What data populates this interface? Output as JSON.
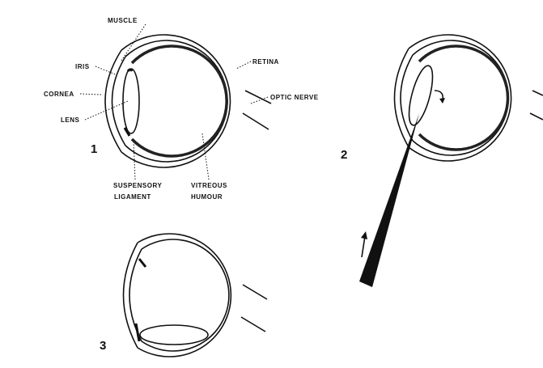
{
  "figure_numbers": [
    "1",
    "2",
    "3"
  ],
  "labels": {
    "muscle": "MUSCLE",
    "iris": "IRIS",
    "cornea": "CORNEA",
    "lens": "LENS",
    "retina": "RETINA",
    "optic_nerve": "OPTIC NERVE",
    "suspensory_1": "SUSPENSORY",
    "suspensory_2": "LIGAMENT",
    "vitreous_1": "VITREOUS",
    "vitreous_2": "HUMOUR"
  }
}
